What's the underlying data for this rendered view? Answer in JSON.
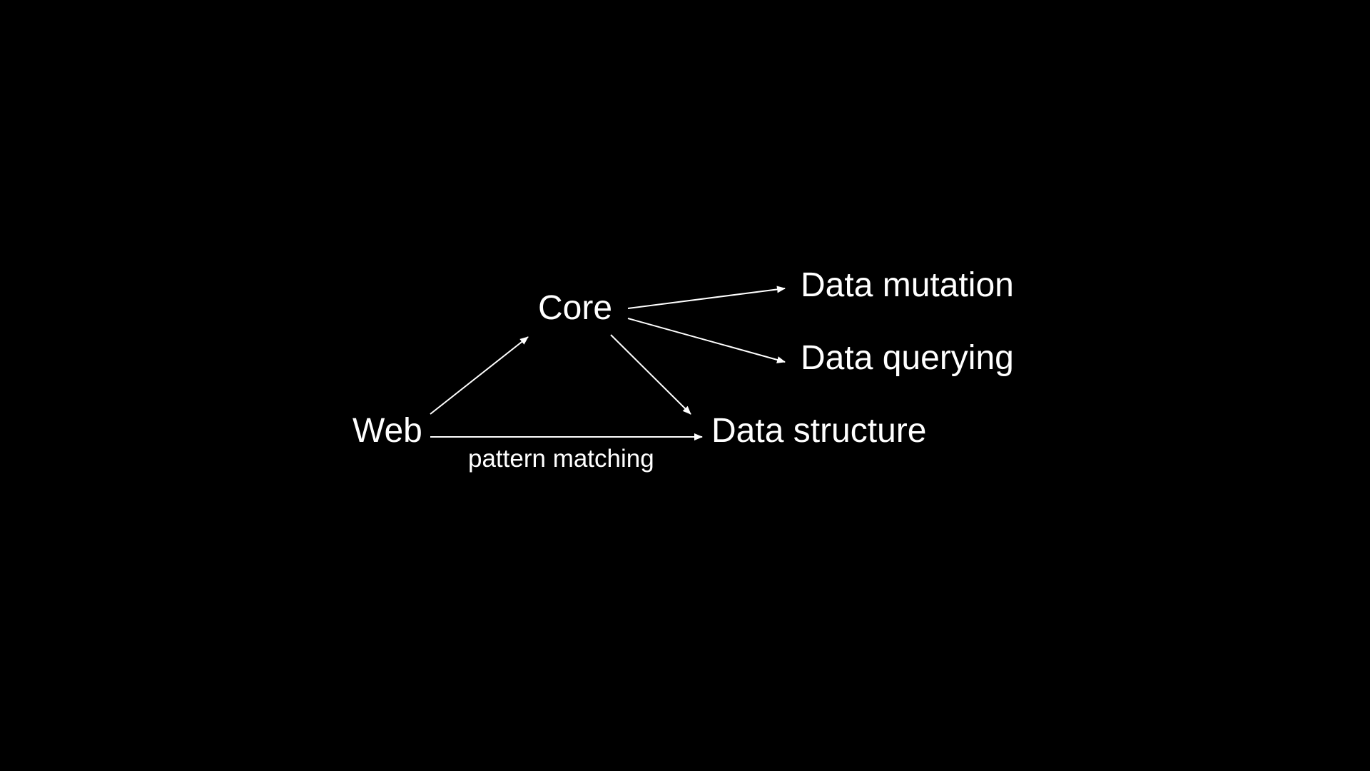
{
  "diagram": {
    "nodes": {
      "core": "Core",
      "web": "Web",
      "data_mutation": "Data mutation",
      "data_querying": "Data querying",
      "data_structure": "Data structure"
    },
    "edges": [
      {
        "from": "web",
        "to": "core",
        "label": ""
      },
      {
        "from": "web",
        "to": "data_structure",
        "label": "pattern matching"
      },
      {
        "from": "core",
        "to": "data_mutation",
        "label": ""
      },
      {
        "from": "core",
        "to": "data_querying",
        "label": ""
      },
      {
        "from": "core",
        "to": "data_structure",
        "label": ""
      }
    ],
    "edge_label_pattern": "pattern matching"
  },
  "colors": {
    "background": "#000000",
    "foreground": "#ffffff"
  }
}
